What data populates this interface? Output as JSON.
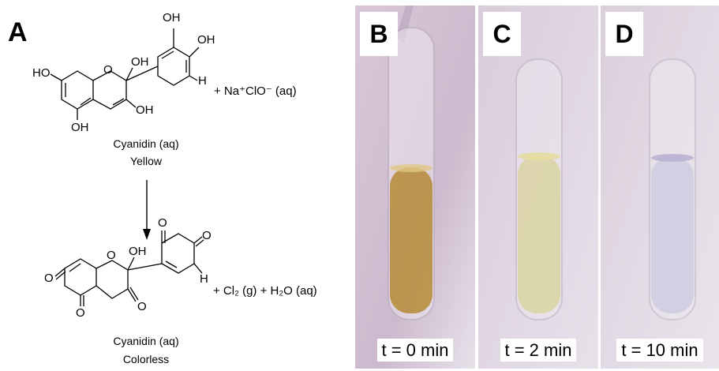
{
  "scheme": {
    "panel_label": "A",
    "reactant": {
      "substituents": {
        "oh_top1": "OH",
        "oh_top2": "OH",
        "ho_left": "HO",
        "oh_center": "OH",
        "ring_o": "O",
        "h": "H",
        "oh_c3": "OH",
        "oh_bottom": "OH"
      },
      "reagent_text": "+ Na⁺ClO⁻ (aq)",
      "name": "Cyanidin (aq)",
      "color": "Yellow"
    },
    "product": {
      "substituents": {
        "o_left": "O",
        "ring_o": "O",
        "oh": "OH",
        "o_top": "O",
        "o_right": "O",
        "h": "H",
        "o_bottom": "O",
        "o_c4": "O"
      },
      "byproducts_text": "+ Cl₂ (g) + H₂O (aq)",
      "name": "Cyanidin (aq)",
      "color": "Colorless"
    }
  },
  "photos": [
    {
      "label": "B",
      "time": "t = 0 min",
      "liquid_color": "#b58a35"
    },
    {
      "label": "C",
      "time": "t = 2 min",
      "liquid_color": "#d9d3a2"
    },
    {
      "label": "D",
      "time": "t = 10 min",
      "liquid_color": "#cfcbe0"
    }
  ]
}
